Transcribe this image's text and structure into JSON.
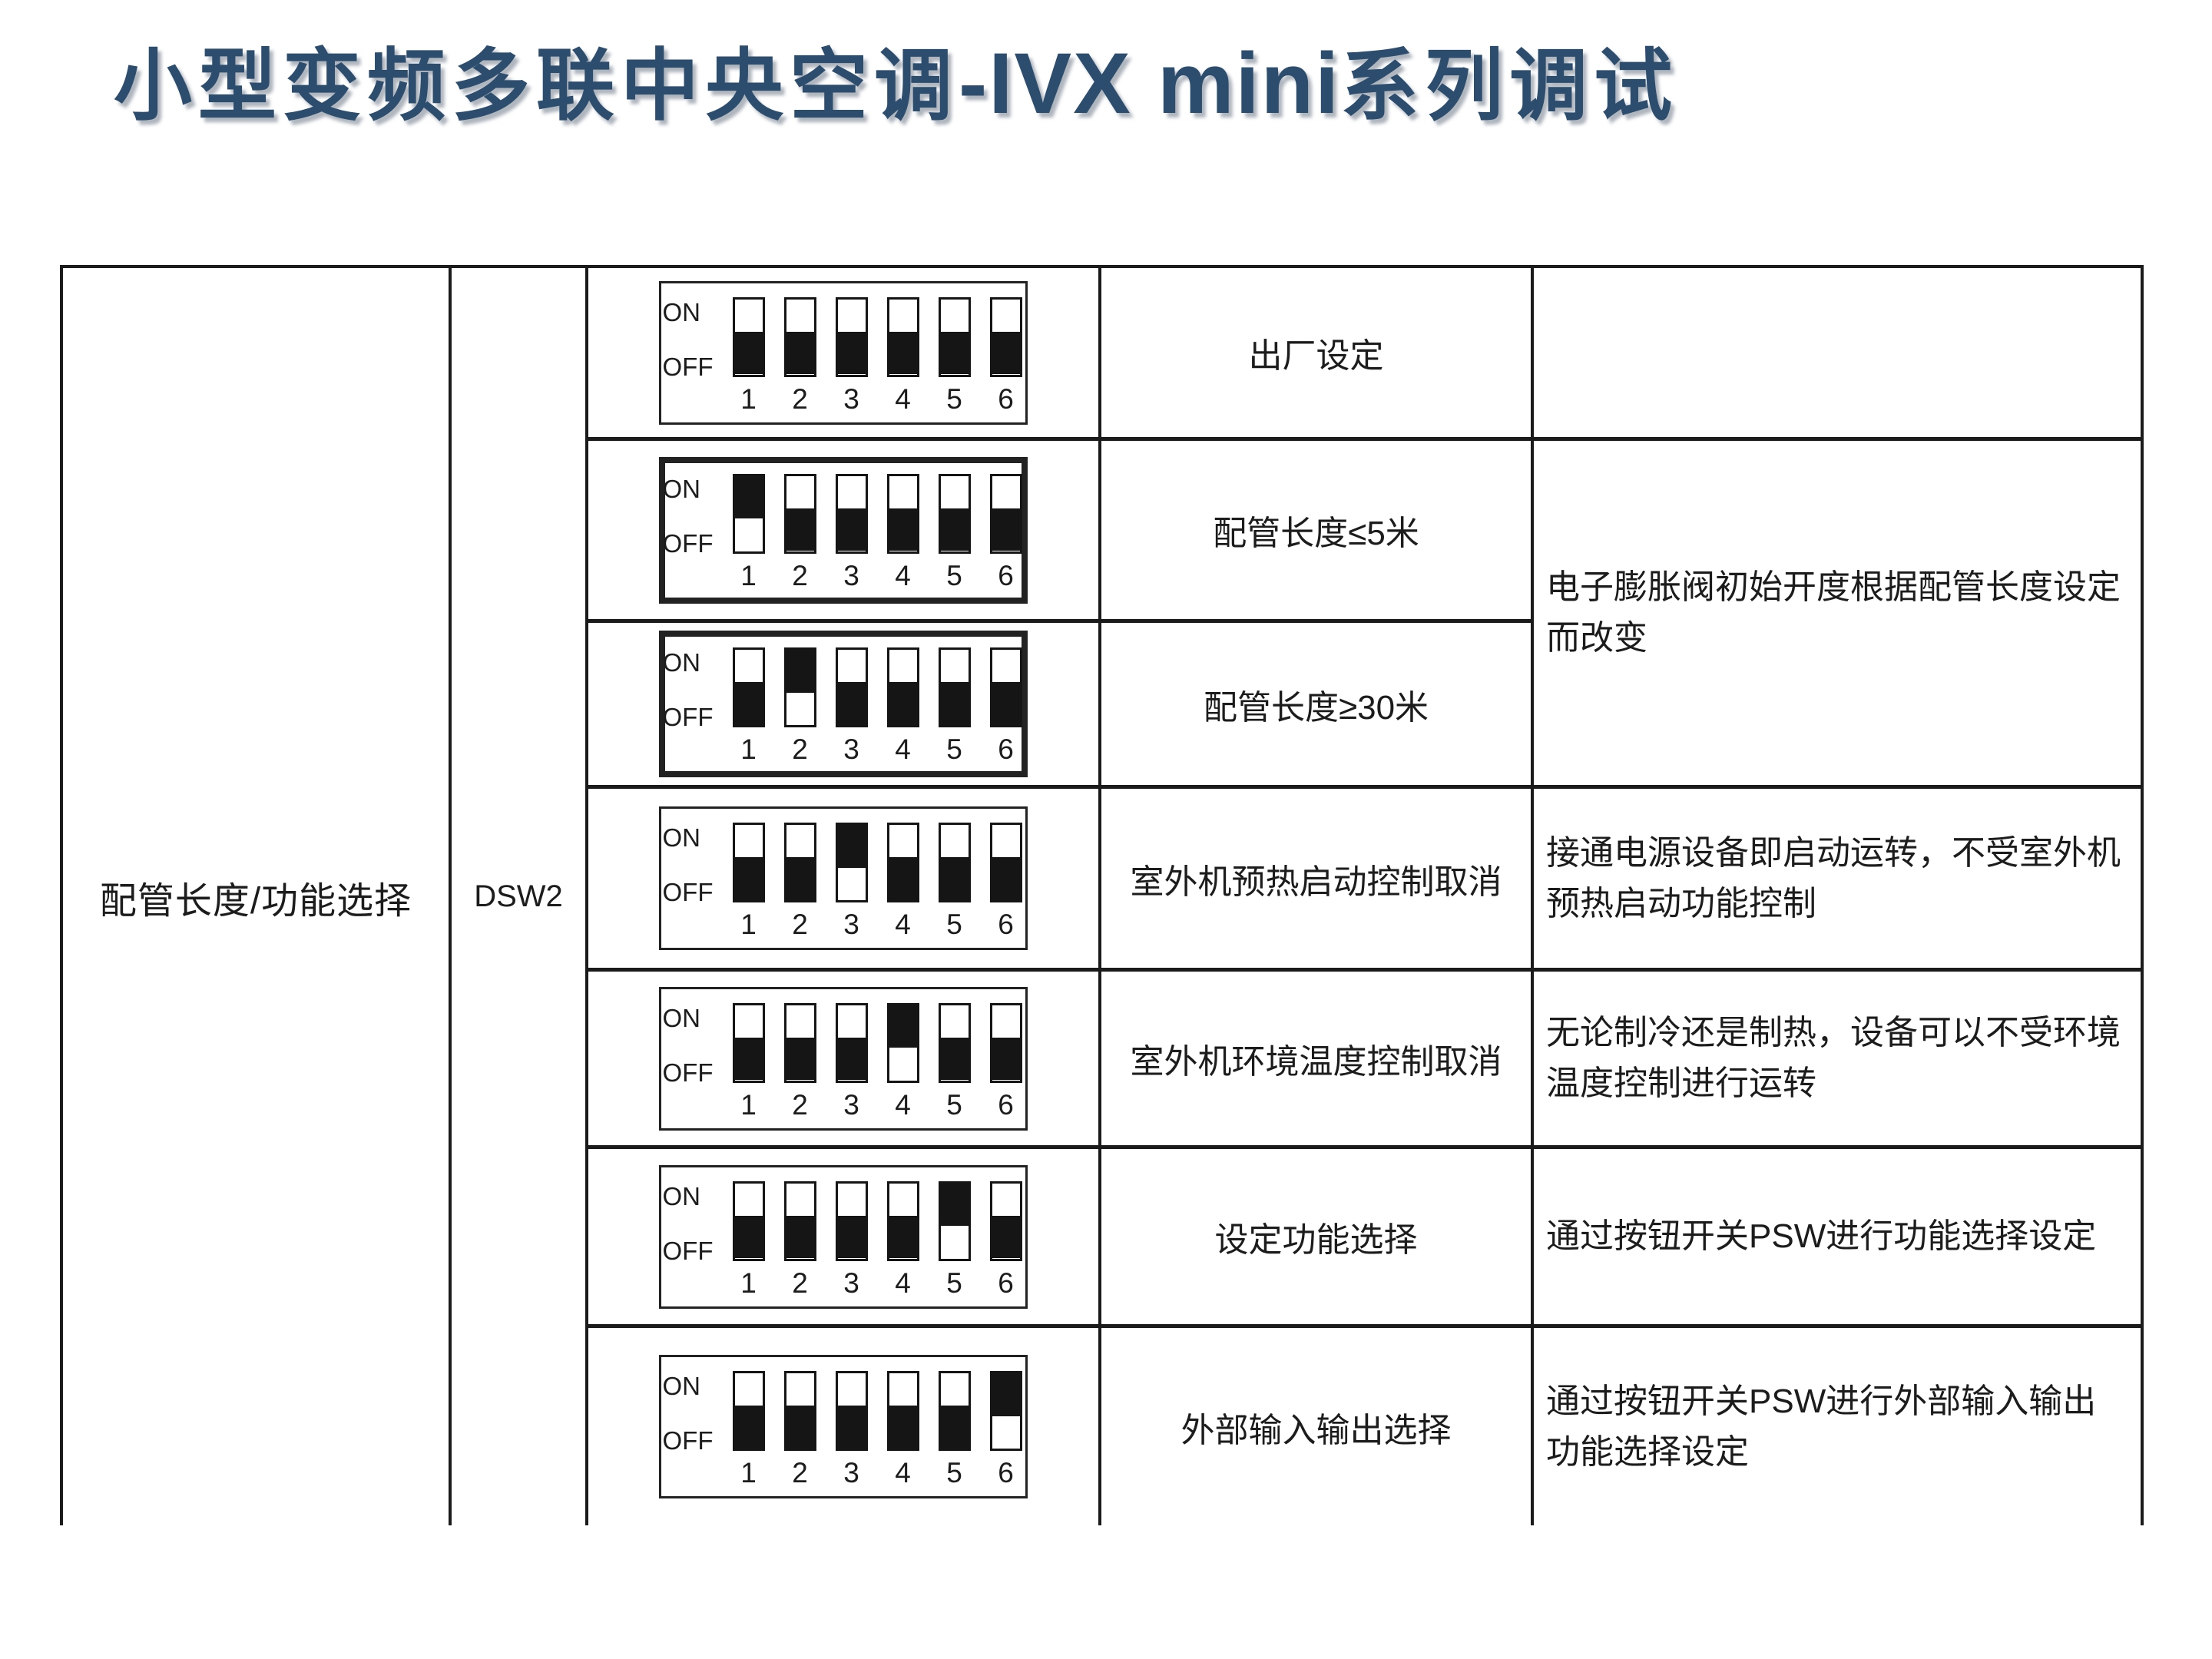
{
  "title": {
    "zh1": "小型变频多联中央空调",
    "en": "-IVX mini",
    "zh2": "系列调试",
    "color": "#2d4d6e"
  },
  "table": {
    "category_label": "配管长度/功能选择",
    "switch_name": "DSW2",
    "dip_labels": {
      "on": "ON",
      "off": "OFF",
      "numbers": [
        "1",
        "2",
        "3",
        "4",
        "5",
        "6"
      ]
    },
    "rows": [
      {
        "setting": "出厂设定",
        "states": [
          false,
          false,
          false,
          false,
          false,
          false
        ],
        "thick_border": false
      },
      {
        "setting": "配管长度≤5米",
        "states": [
          true,
          false,
          false,
          false,
          false,
          false
        ],
        "thick_border": true
      },
      {
        "setting": "配管长度≥30米",
        "states": [
          false,
          true,
          false,
          false,
          false,
          false
        ],
        "thick_border": true
      },
      {
        "setting": "室外机预热启动控制取消",
        "states": [
          false,
          false,
          true,
          false,
          false,
          false
        ],
        "thick_border": false
      },
      {
        "setting": "室外机环境温度控制取消",
        "states": [
          false,
          false,
          false,
          true,
          false,
          false
        ],
        "thick_border": false
      },
      {
        "setting": "设定功能选择",
        "states": [
          false,
          false,
          false,
          false,
          true,
          false
        ],
        "thick_border": false
      },
      {
        "setting": "外部输入输出选择",
        "states": [
          false,
          false,
          false,
          false,
          false,
          true
        ],
        "thick_border": false
      }
    ],
    "notes": {
      "row1": "",
      "rows2_3": "电子膨胀阀初始开度根据配管长度设定而改变",
      "row4": "接通电源设备即启动运转，不受室外机预热启动功能控制",
      "row5": "无论制冷还是制热，设备可以不受环境温度控制进行运转",
      "row6": "通过按钮开关PSW进行功能选择设定",
      "row7": "通过按钮开关PSW进行外部输入输出功能选择设定"
    }
  }
}
